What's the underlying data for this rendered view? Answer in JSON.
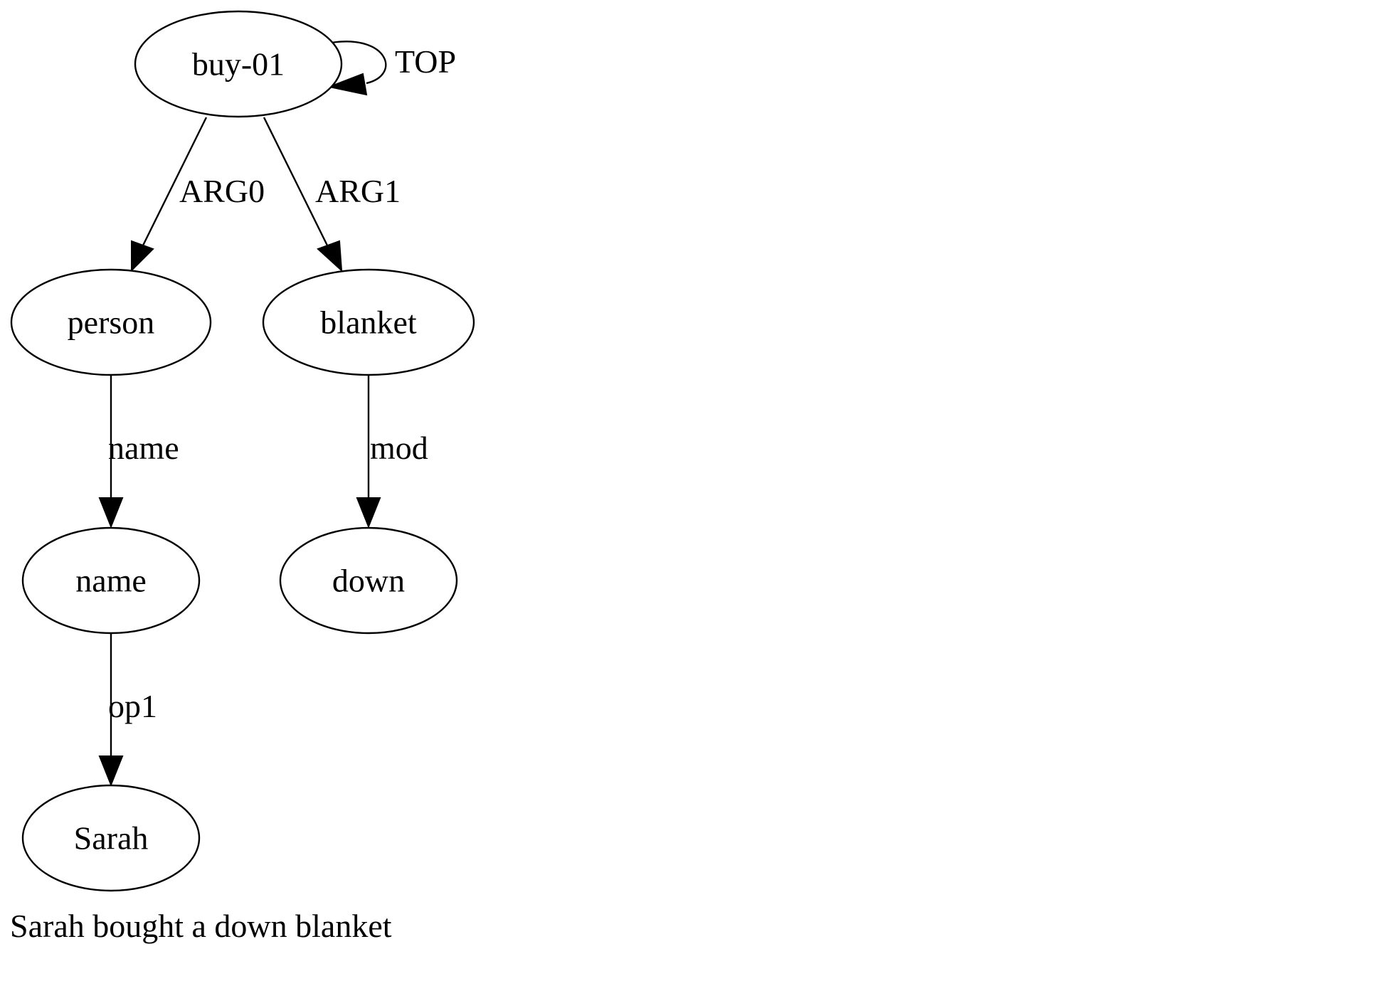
{
  "graph": {
    "nodes": {
      "buy": "buy-01",
      "person": "person",
      "blanket": "blanket",
      "name": "name",
      "down": "down",
      "sarah": "Sarah"
    },
    "edges": {
      "top": "TOP",
      "arg0": "ARG0",
      "arg1": "ARG1",
      "name": "name",
      "mod": "mod",
      "op1": "op1"
    },
    "caption": "Sarah bought a down blanket"
  }
}
